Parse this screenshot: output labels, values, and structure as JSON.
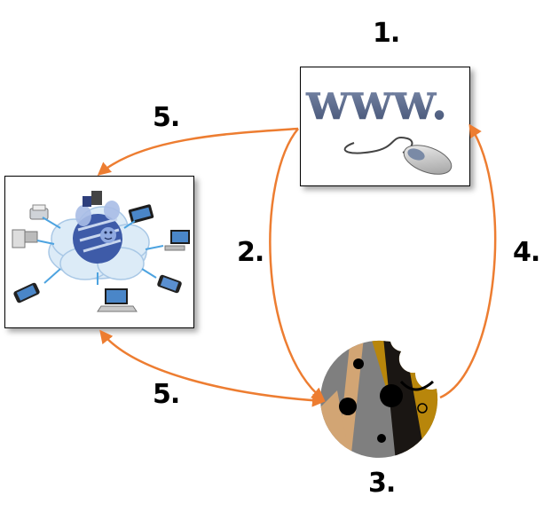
{
  "labels": {
    "step1": "1.",
    "step2": "2.",
    "step3": "3.",
    "step4": "4.",
    "step5_top": "5.",
    "step5_bottom": "5."
  },
  "www_image": {
    "text": "www."
  },
  "colors": {
    "arrow": "#ed7d31",
    "www_text": "#5b6b8c",
    "cloud": "#dcebf7",
    "bee_blue": "#3e5ba8",
    "cookie_dark": "#1a1613",
    "cookie_gold": "#b8860b",
    "cookie_gray": "#7f7f7f",
    "cookie_tan": "#d2a574"
  },
  "icons": [
    "www-mouse-image",
    "cloud-network-image",
    "cookie-image"
  ]
}
